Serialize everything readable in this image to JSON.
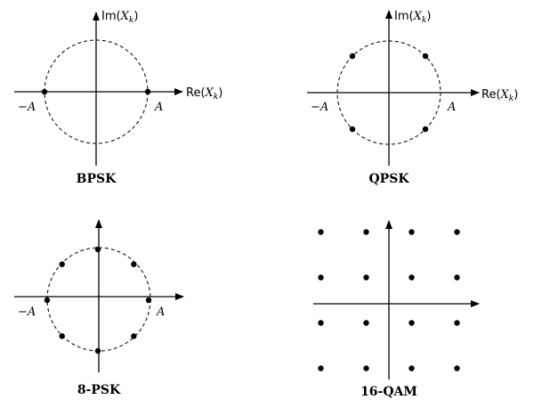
{
  "axis_labels": {
    "im_prefix": "Im(",
    "re_prefix": "Re(",
    "var": "X",
    "sub": "k",
    "suffix": ")"
  },
  "amplitude": {
    "neg": "−A",
    "pos": "A"
  },
  "panels": [
    {
      "id": "bpsk",
      "title": "BPSK",
      "points": [
        [
          -1,
          0
        ],
        [
          1,
          0
        ]
      ]
    },
    {
      "id": "qpsk",
      "title": "QPSK",
      "points": [
        [
          0.7071,
          0.7071
        ],
        [
          -0.7071,
          0.7071
        ],
        [
          -0.7071,
          -0.7071
        ],
        [
          0.7071,
          -0.7071
        ]
      ]
    },
    {
      "id": "8psk",
      "title": "8-PSK",
      "points": [
        [
          1,
          0
        ],
        [
          0.7071,
          0.7071
        ],
        [
          0,
          1
        ],
        [
          -0.7071,
          0.7071
        ],
        [
          -1,
          0
        ],
        [
          -0.7071,
          -0.7071
        ],
        [
          0,
          -1
        ],
        [
          0.7071,
          -0.7071
        ]
      ]
    },
    {
      "id": "16qam",
      "title": "16-QAM",
      "points": [
        [
          -3,
          3
        ],
        [
          -1,
          3
        ],
        [
          1,
          3
        ],
        [
          3,
          3
        ],
        [
          -3,
          1
        ],
        [
          -1,
          1
        ],
        [
          1,
          1
        ],
        [
          3,
          1
        ],
        [
          -3,
          -1
        ],
        [
          -1,
          -1
        ],
        [
          1,
          -1
        ],
        [
          3,
          -1
        ],
        [
          -3,
          -3
        ],
        [
          -1,
          -3
        ],
        [
          1,
          -3
        ],
        [
          3,
          -3
        ]
      ]
    }
  ]
}
